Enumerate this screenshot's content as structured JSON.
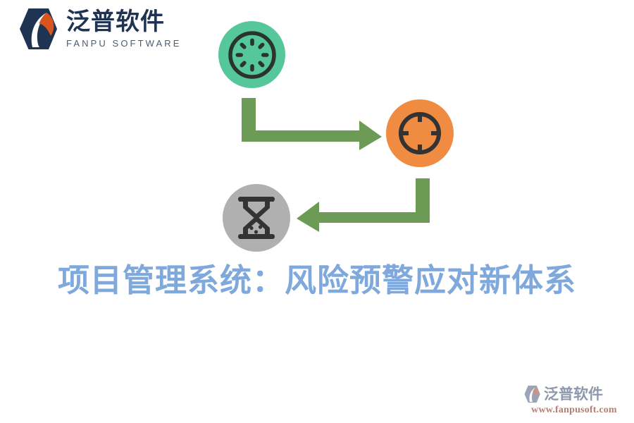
{
  "brand": {
    "logo_icon": "fanpu-hexagon-logo-icon",
    "name_cn": "泛普软件",
    "name_en": "FANPU SOFTWARE",
    "colors": {
      "navy": "#1f3353",
      "orange": "#d9551f",
      "subtitle": "#4c5b74"
    }
  },
  "diagram": {
    "type": "cycle-flow",
    "nodes": [
      {
        "id": "initiate",
        "icon": "spinner-icon",
        "circle_color": "#55c79a",
        "glyph_color": "#2b332f"
      },
      {
        "id": "target",
        "icon": "crosshair-target-icon",
        "circle_color": "#f08b42",
        "glyph_color": "#333333"
      },
      {
        "id": "pending",
        "icon": "hourglass-icon",
        "circle_color": "#b0b0b0",
        "glyph_color": "#333333"
      }
    ],
    "connectors": [
      {
        "id": "initiate-to-target",
        "icon": "elbow-arrow-right-icon",
        "color": "#6b9b54",
        "direction": "down-then-right"
      },
      {
        "id": "target-to-pending",
        "icon": "elbow-arrow-left-icon",
        "color": "#6b9b54",
        "direction": "down-then-left"
      }
    ]
  },
  "title": {
    "text": "项目管理系统：风险预警应对新体系",
    "color": "#7fa8dc"
  },
  "watermark": {
    "logo_icon": "fanpu-watermark-logo-icon",
    "name_cn": "泛普软件",
    "url": "www.fanpusoft.com",
    "colors": {
      "text": "#8b95ab",
      "url": "#b07c70"
    }
  },
  "background": {
    "color": "#ffffff"
  }
}
